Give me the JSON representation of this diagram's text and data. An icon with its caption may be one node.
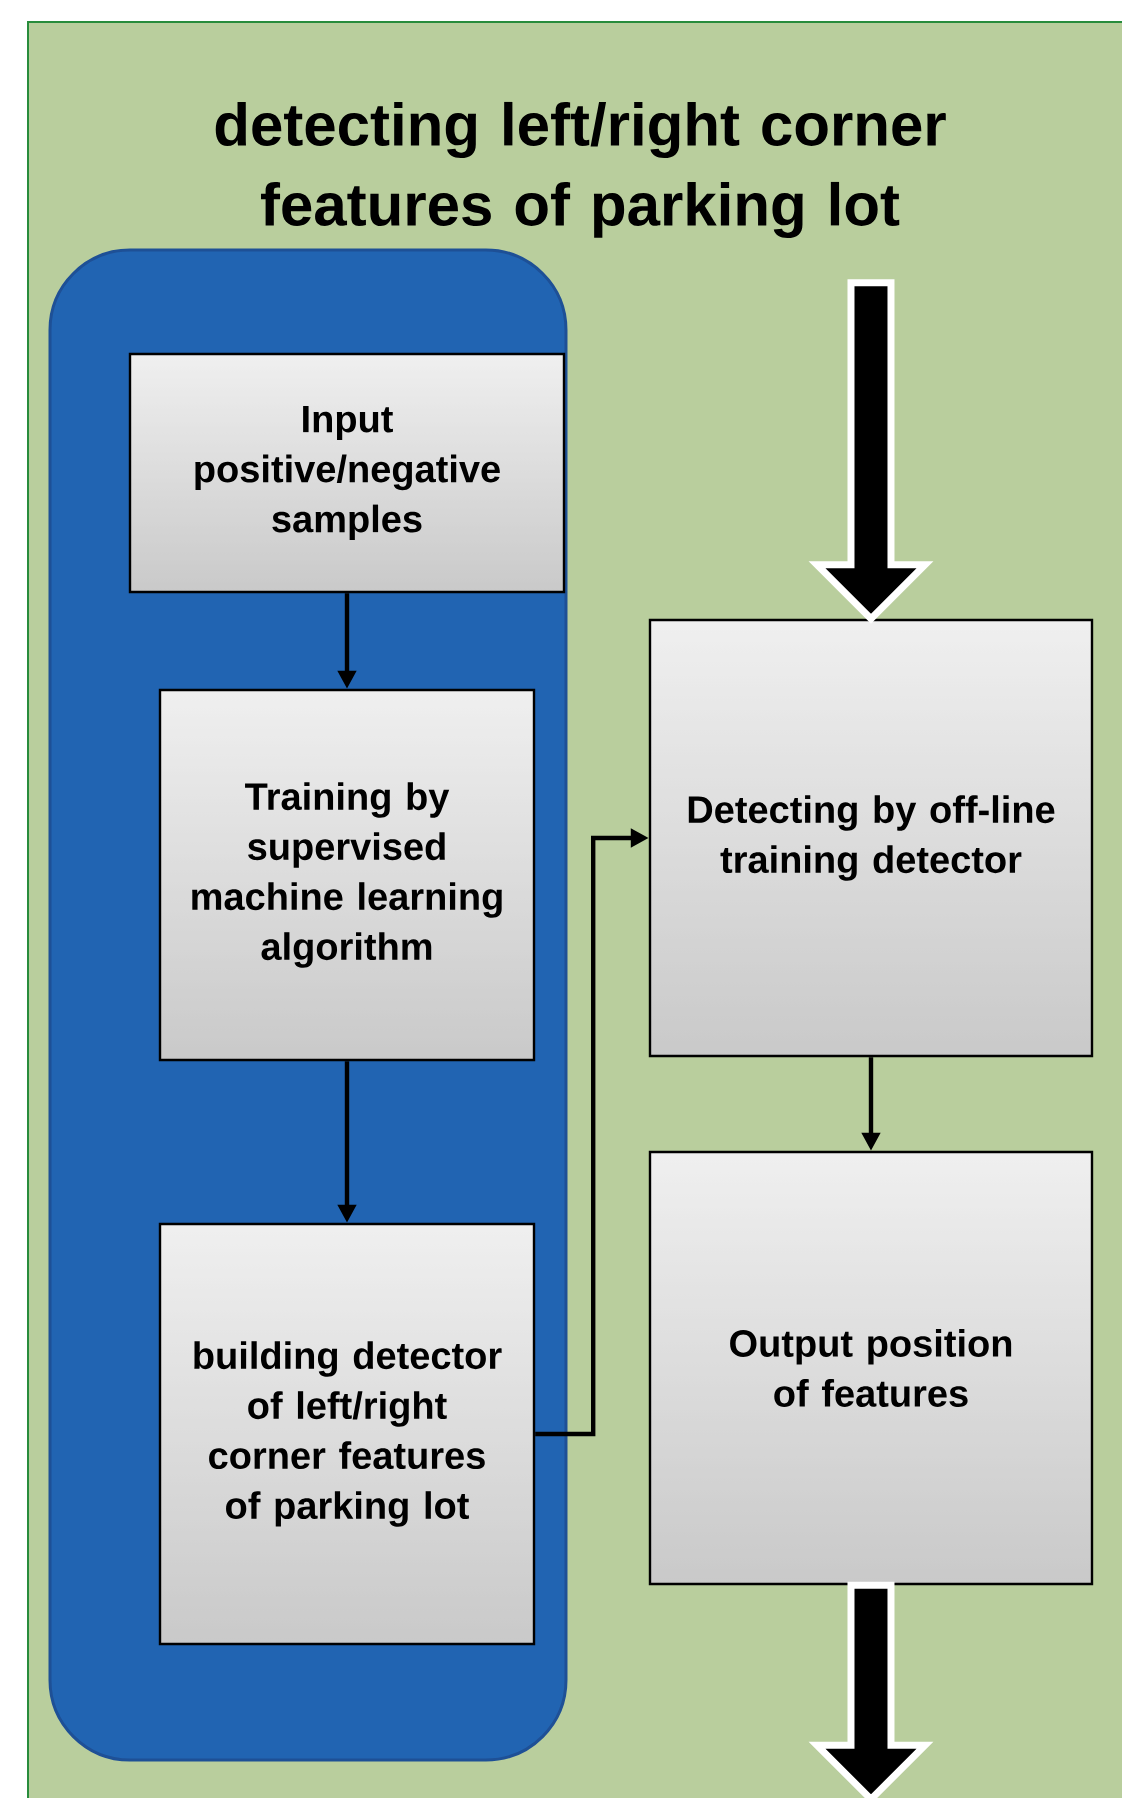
{
  "diagram": {
    "title": "detecting left/right corner features of parking lot",
    "nodes": [
      {
        "text": [],
        "shape": "box"
      },
      {
        "text": [
          "Input positive/negative samples"
        ],
        "in": 0
      },
      {
        "text": [
          "Training by supervised machine learning algorithm"
        ],
        "in": 0
      },
      {
        "text": [
          "building detector of left/right corner features of parking lot"
        ],
        "in": 0
      },
      {
        "text": [
          "Detecting by off-line training detector"
        ]
      },
      {
        "text": [
          "Output position of features"
        ]
      }
    ],
    "edges": [
      {
        "from": 1,
        "to": 2,
        "arrow": "to"
      },
      {
        "from": 2,
        "to": 3,
        "arrow": "to"
      },
      {
        "from": 3,
        "to": 4,
        "arrow": "to"
      },
      {
        "from": 4,
        "to": 5,
        "arrow": "to"
      },
      {
        "from": null,
        "to": 4,
        "arrow": "to",
        "style": "thick"
      },
      {
        "from": 5,
        "to": null,
        "arrow": "to",
        "style": "thick"
      }
    ]
  }
}
